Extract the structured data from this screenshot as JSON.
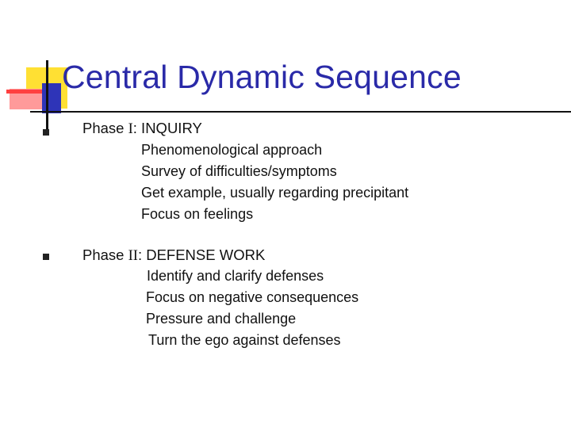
{
  "slide": {
    "title": "Central Dynamic Sequence",
    "phases": [
      {
        "prefix": "Phase ",
        "roman": "I",
        "suffix": ":  INQUIRY",
        "items": [
          "Phenomenological approach",
          "Survey of difficulties/symptoms",
          "Get example, usually regarding precipitant",
          "Focus on feelings"
        ]
      },
      {
        "prefix": "Phase ",
        "roman": "II",
        "suffix": ":  DEFENSE WORK",
        "items": [
          "Identify and clarify defenses",
          "Focus on negative consequences",
          "Pressure and challenge",
          "Turn the ego against defenses"
        ]
      }
    ]
  },
  "colors": {
    "title": "#2a2aa8",
    "deco_yellow": "#ffe033",
    "deco_blue": "#2e34b8",
    "deco_pink": "#ff9a9a",
    "deco_red": "#ff4040"
  },
  "icons": {
    "bullet": "square-bullet-icon",
    "corner": "decorative-corner-graphic"
  }
}
